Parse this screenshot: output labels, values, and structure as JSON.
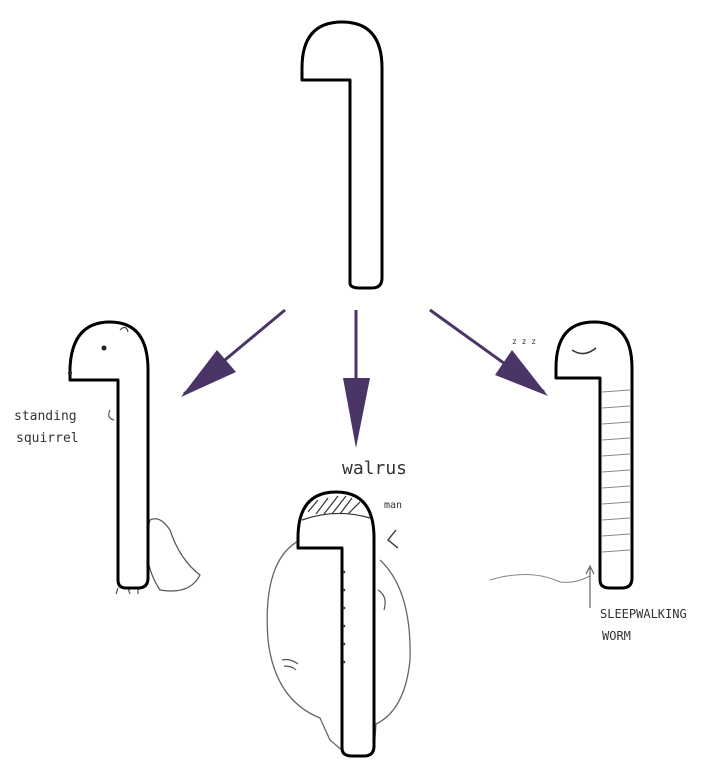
{
  "labels": {
    "squirrel": [
      "standing",
      "squirrel"
    ],
    "walrus": "walrus",
    "walrus_note": "man",
    "worm": [
      "SLEEPWALKING",
      "WORM"
    ],
    "sleep_marks": "z z z"
  },
  "colors": {
    "arrow": "#4a3566",
    "outline": "#000000",
    "sketch": "#555555"
  }
}
